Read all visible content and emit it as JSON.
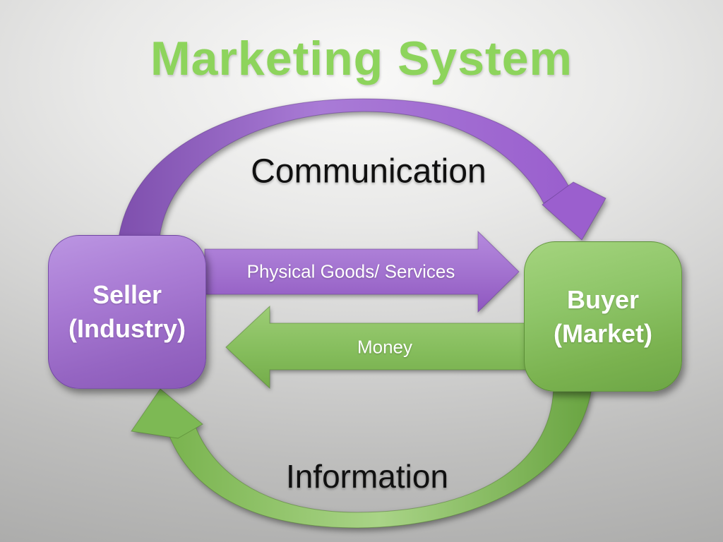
{
  "slide": {
    "title": "Marketing System"
  },
  "diagram": {
    "nodes": {
      "seller": {
        "line1": "Seller",
        "line2": "(Industry)"
      },
      "buyer": {
        "line1": "Buyer",
        "line2": "(Market)"
      }
    },
    "flows": {
      "communication": {
        "label": "Communication",
        "from": "seller",
        "to": "buyer",
        "shape": "curved-arc-top"
      },
      "physical_goods": {
        "label": "Physical Goods/ Services",
        "from": "seller",
        "to": "buyer",
        "shape": "straight-arrow-right"
      },
      "money": {
        "label": "Money",
        "from": "buyer",
        "to": "seller",
        "shape": "straight-arrow-left"
      },
      "information": {
        "label": "Information",
        "from": "buyer",
        "to": "seller",
        "shape": "curved-arc-bottom"
      }
    },
    "colors": {
      "title_green": "#8DD45C",
      "seller_purple": "#9C68C8",
      "buyer_green": "#7FB955",
      "label_black": "#101010",
      "label_white": "#FFFFFF",
      "background_gray": "#C9C9C8"
    }
  }
}
